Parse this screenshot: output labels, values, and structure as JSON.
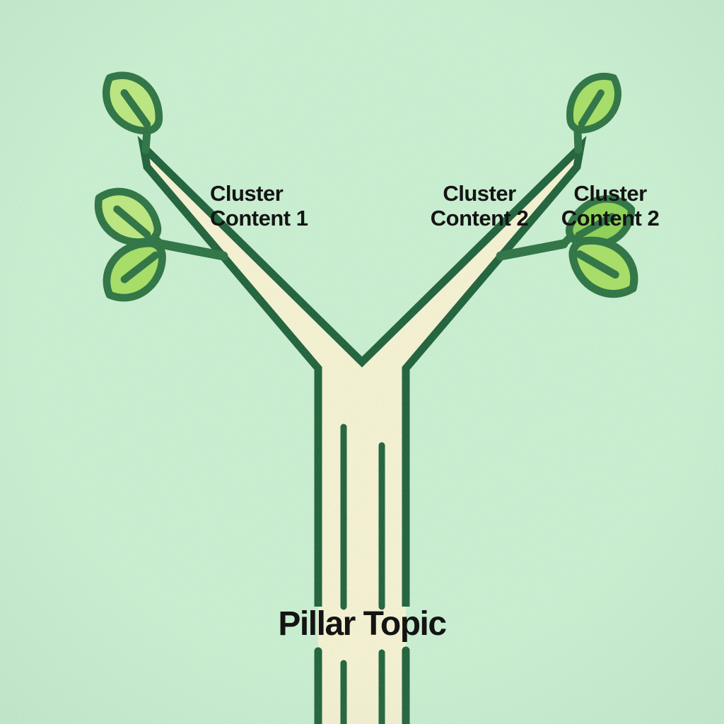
{
  "diagram": {
    "type": "content-pillar-tree",
    "background_color": "#cbf0d2",
    "text_color": "#141414",
    "trunk": {
      "fill": "#f9f3d4",
      "outline": "#1c5f38",
      "grain_color": "#1d6039"
    },
    "leaves": {
      "outline": "#2b7140",
      "twig_color": "#2b7140",
      "fill_light": "#bde87e",
      "fill_mid": "#a8df64",
      "fill_dark": "#8fd254"
    },
    "labels": {
      "pillar_topic": "Pillar Topic",
      "cluster_left": {
        "line1": "Cluster",
        "line2": "Content 1"
      },
      "cluster_middle": {
        "line1": "Cluster",
        "line2": "Content 2"
      },
      "cluster_right": {
        "line1": "Cluster",
        "line2": "Content 2"
      }
    }
  }
}
